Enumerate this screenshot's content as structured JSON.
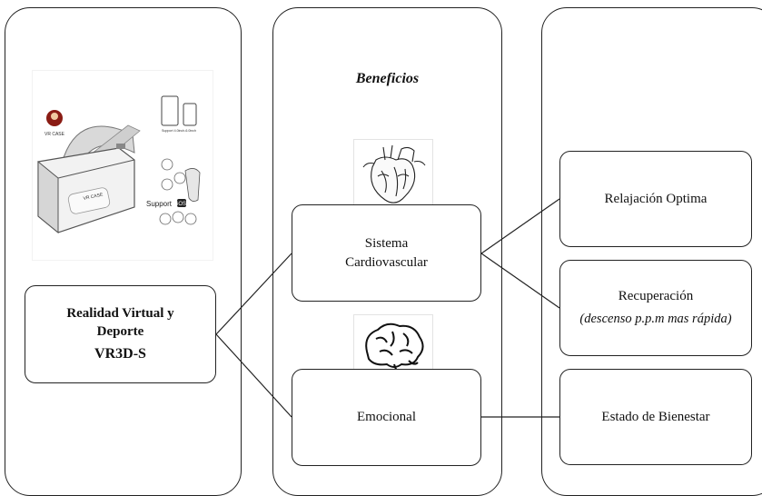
{
  "left": {
    "box_line1": "Realidad Virtual  y",
    "box_line2": "Deporte",
    "box_code": "VR3D-S",
    "image": {
      "brand_label": "VR CASE",
      "headset_label": "VR CASE",
      "phones_caption": "Support 4.0inch-6.0inch",
      "support_label": "Support",
      "ios_label": "iOS"
    }
  },
  "middle": {
    "title": "Beneficios",
    "cardio_line1": "Sistema",
    "cardio_line2": "Cardiovascular",
    "emotional": "Emocional"
  },
  "right": {
    "relax": "Relajación Optima",
    "recovery": "Recuperación",
    "recovery_note": "(descenso p.p.m mas rápida)",
    "wellbeing": "Estado de Bienestar"
  },
  "colors": {
    "stroke": "#222222",
    "background": "#ffffff"
  }
}
